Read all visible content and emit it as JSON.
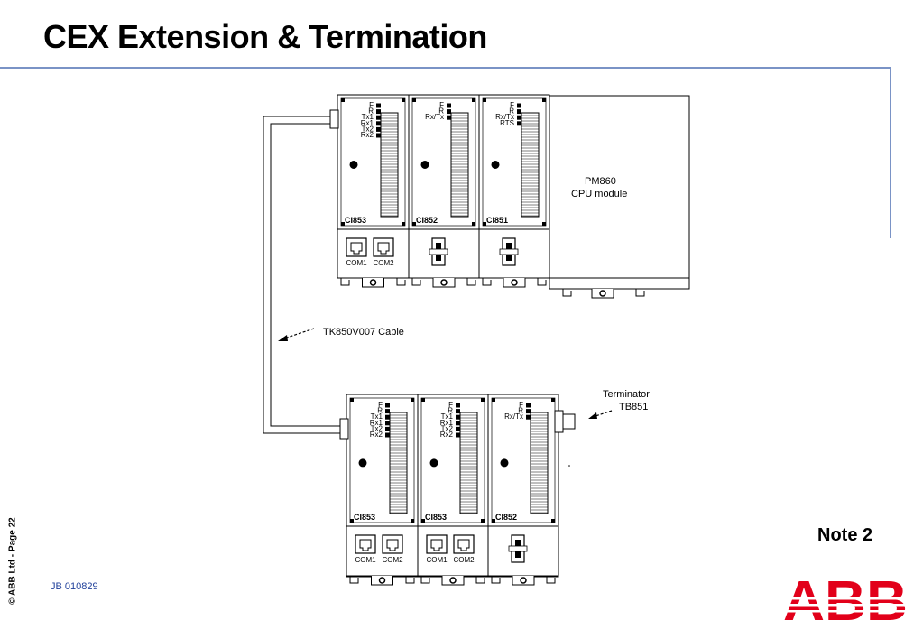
{
  "slide": {
    "title": "CEX Extension & Termination",
    "copyright": "© ABB Ltd - Page 22",
    "doc_id": "JB 010829",
    "note": "Note 2"
  },
  "diagram": {
    "cable_label": "TK850V007 Cable",
    "terminator_label_1": "Terminator",
    "terminator_label_2": "TB851",
    "cpu_label_1": "PM860",
    "cpu_label_2": "CPU module",
    "top_modules": [
      {
        "name": "CI853",
        "leds": [
          "F",
          "R",
          "Tx1",
          "Rx1",
          "Tx2",
          "Rx2"
        ],
        "ports": [
          "COM1",
          "COM2"
        ]
      },
      {
        "name": "CI852",
        "leds": [
          "F",
          "R",
          "Rx/Tx"
        ],
        "ports": []
      },
      {
        "name": "CI851",
        "leds": [
          "F",
          "R",
          "Rx/Tx",
          "RTS"
        ],
        "ports": []
      }
    ],
    "bottom_modules": [
      {
        "name": "CI853",
        "leds": [
          "F",
          "R",
          "Tx1",
          "Rx1",
          "Tx2",
          "Rx2"
        ],
        "ports": [
          "COM1",
          "COM2"
        ]
      },
      {
        "name": "CI853",
        "leds": [
          "F",
          "R",
          "Tx1",
          "Rx1",
          "Tx2",
          "Rx2"
        ],
        "ports": [
          "COM1",
          "COM2"
        ]
      },
      {
        "name": "CI852",
        "leds": [
          "F",
          "R",
          "Rx/Tx"
        ],
        "ports": []
      }
    ]
  },
  "logo": {
    "text": "ABB",
    "color": "#e2001a"
  }
}
